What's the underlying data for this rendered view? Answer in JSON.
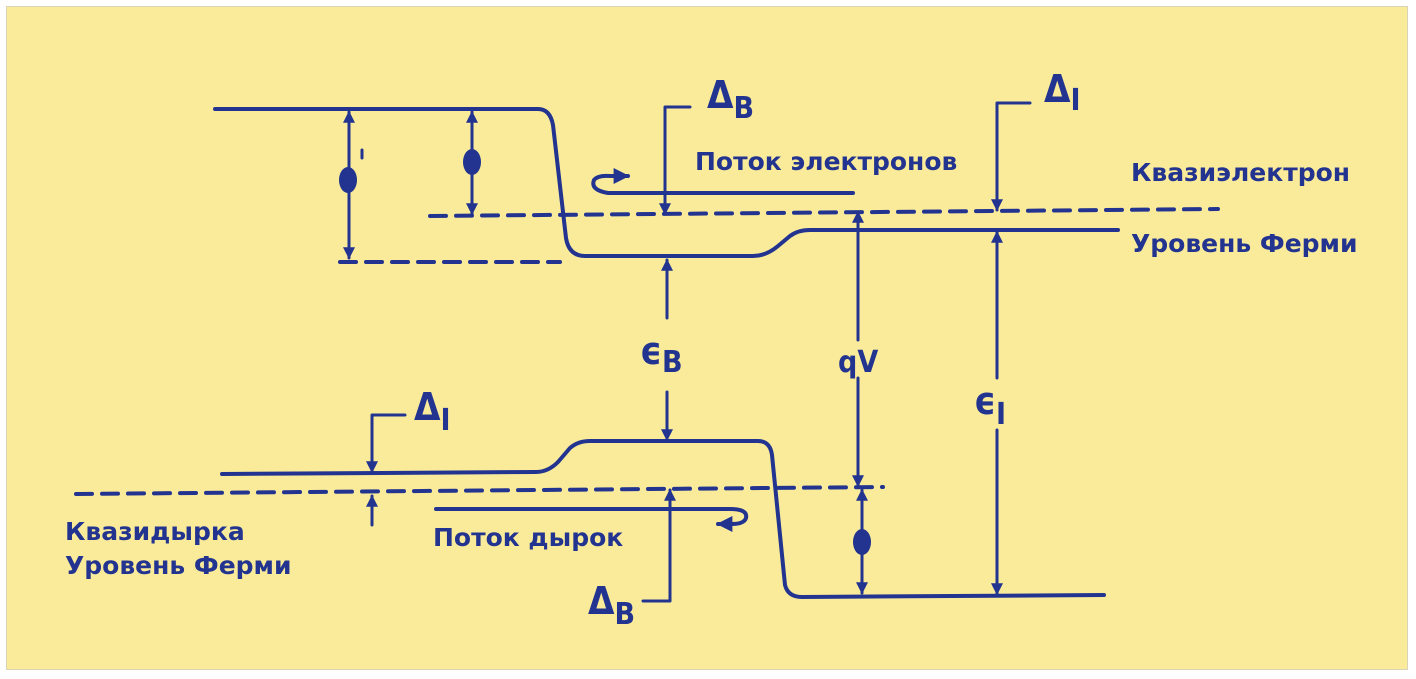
{
  "labels": {
    "electron_flow": "Поток электронов",
    "hole_flow": "Поток дырок",
    "quasi_electron_line1": "Квазиэлектрон",
    "quasi_electron_line2": "Уровень Ферми",
    "quasi_hole_line1": "Квазидырка",
    "quasi_hole_line2": "Уровень Ферми"
  },
  "symbols": {
    "delta_b_top": {
      "main": "Δ",
      "sub": "B"
    },
    "delta_i_top": {
      "main": "Δ",
      "sub": "I"
    },
    "delta_i_bottom": {
      "main": "Δ",
      "sub": "I"
    },
    "delta_b_bottom": {
      "main": "Δ",
      "sub": "B"
    },
    "epsilon_b": {
      "main": "ϵ",
      "sub": "B"
    },
    "epsilon_i": {
      "main": "ϵ",
      "sub": "I"
    },
    "qv": "qV"
  },
  "colors": {
    "ink": "#22348f",
    "background": "#faeb9b"
  }
}
